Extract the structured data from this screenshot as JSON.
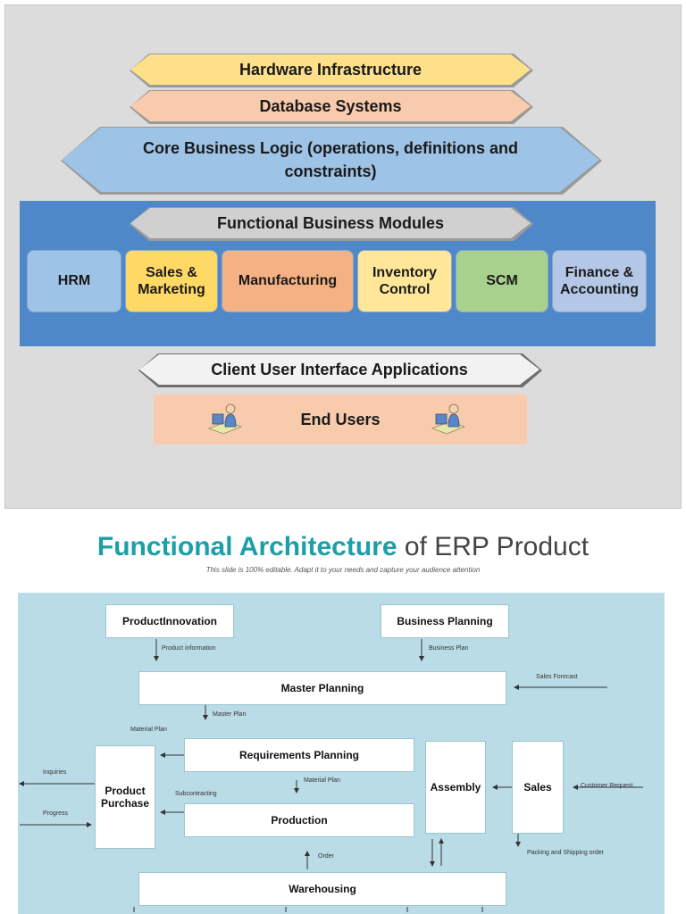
{
  "layers": {
    "hardware": "Hardware Infrastructure",
    "database": "Database Systems",
    "core": "Core Business Logic (operations, definitions and constraints)",
    "functional": "Functional Business Modules",
    "client": "Client User Interface Applications",
    "end_users": "End Users"
  },
  "modules": [
    {
      "label": "HRM",
      "color": "#9dc3e6"
    },
    {
      "label": "Sales & Marketing",
      "color": "#ffd966"
    },
    {
      "label": "Manufacturing",
      "color": "#f4b183"
    },
    {
      "label": "Inventory Control",
      "color": "#ffe699"
    },
    {
      "label": "SCM",
      "color": "#a9d18e"
    },
    {
      "label": "Finance & Accounting",
      "color": "#b4c7e7"
    }
  ],
  "colors": {
    "hardware": "#ffe08a",
    "database": "#f8cbad",
    "core": "#9dc3e6",
    "functional": "#d0d0d0",
    "client": "#f2f2f2",
    "end_users": "#f8cbad",
    "blue_band": "#4f88c9",
    "title_accent": "#1d9fa8"
  },
  "erp": {
    "title_bold": "Functional Architecture",
    "title_rest": " of ERP Product",
    "subtitle": "This slide is 100% editable. Adapt it to your needs and capture your audience attention",
    "boxes": {
      "product_innovation": "ProductInnovation",
      "business_planning": "Business Planning",
      "master_planning": "Master Planning",
      "requirements_planning": "Requirements Planning",
      "production": "Production",
      "product_purchase": "Product Purchase",
      "assembly": "Assembly",
      "sales": "Sales",
      "warehousing": "Warehousing"
    },
    "labels": {
      "product_information": "Product information",
      "business_plan": "Business Plan",
      "sales_forecast": "Sales Forecast",
      "master_plan": "Master Plan",
      "material_plan_left": "Material Plan",
      "material_plan_mid": "Material Plan",
      "inquiries": "Inquiries",
      "progress": "Progress",
      "subcontracting": "Subcontracting",
      "customer_request": "Customer Request",
      "order": "Order",
      "packing_shipping": "Packing and Shipping order"
    }
  }
}
